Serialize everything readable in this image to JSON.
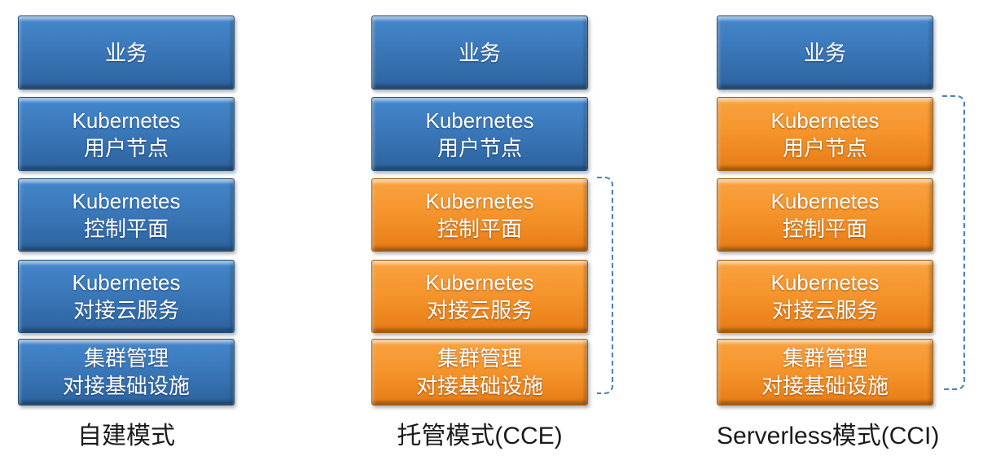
{
  "diagram": {
    "columns": [
      {
        "id": "self-built",
        "caption": "自建模式",
        "boxes": [
          {
            "lines": [
              "业务"
            ],
            "color": "blue"
          },
          {
            "lines": [
              "Kubernetes",
              "用户节点"
            ],
            "color": "blue"
          },
          {
            "lines": [
              "Kubernetes",
              "控制平面"
            ],
            "color": "blue"
          },
          {
            "lines": [
              "Kubernetes",
              "对接云服务"
            ],
            "color": "blue"
          },
          {
            "lines": [
              "集群管理",
              "对接基础设施"
            ],
            "color": "blue"
          }
        ],
        "bracket": null
      },
      {
        "id": "cce",
        "caption": "托管模式(CCE)",
        "boxes": [
          {
            "lines": [
              "业务"
            ],
            "color": "blue"
          },
          {
            "lines": [
              "Kubernetes",
              "用户节点"
            ],
            "color": "blue"
          },
          {
            "lines": [
              "Kubernetes",
              "控制平面"
            ],
            "color": "orange"
          },
          {
            "lines": [
              "Kubernetes",
              "对接云服务"
            ],
            "color": "orange"
          },
          {
            "lines": [
              "集群管理",
              "对接基础设施"
            ],
            "color": "orange"
          }
        ],
        "bracket": {
          "covers_rows": [
            2,
            3,
            4
          ]
        }
      },
      {
        "id": "cci",
        "caption": "Serverless模式(CCI)",
        "boxes": [
          {
            "lines": [
              "业务"
            ],
            "color": "blue"
          },
          {
            "lines": [
              "Kubernetes",
              "用户节点"
            ],
            "color": "orange"
          },
          {
            "lines": [
              "Kubernetes",
              "控制平面"
            ],
            "color": "orange"
          },
          {
            "lines": [
              "Kubernetes",
              "对接云服务"
            ],
            "color": "orange"
          },
          {
            "lines": [
              "集群管理",
              "对接基础设施"
            ],
            "color": "orange"
          }
        ],
        "bracket": {
          "covers_rows": [
            1,
            2,
            3,
            4
          ]
        }
      }
    ],
    "colors": {
      "blue_box": "#3A77B8",
      "orange_box": "#F5942C",
      "box_text": "#FFFFFF",
      "bracket": "#4A7EBB",
      "caption_text": "#1B1B1B"
    }
  }
}
